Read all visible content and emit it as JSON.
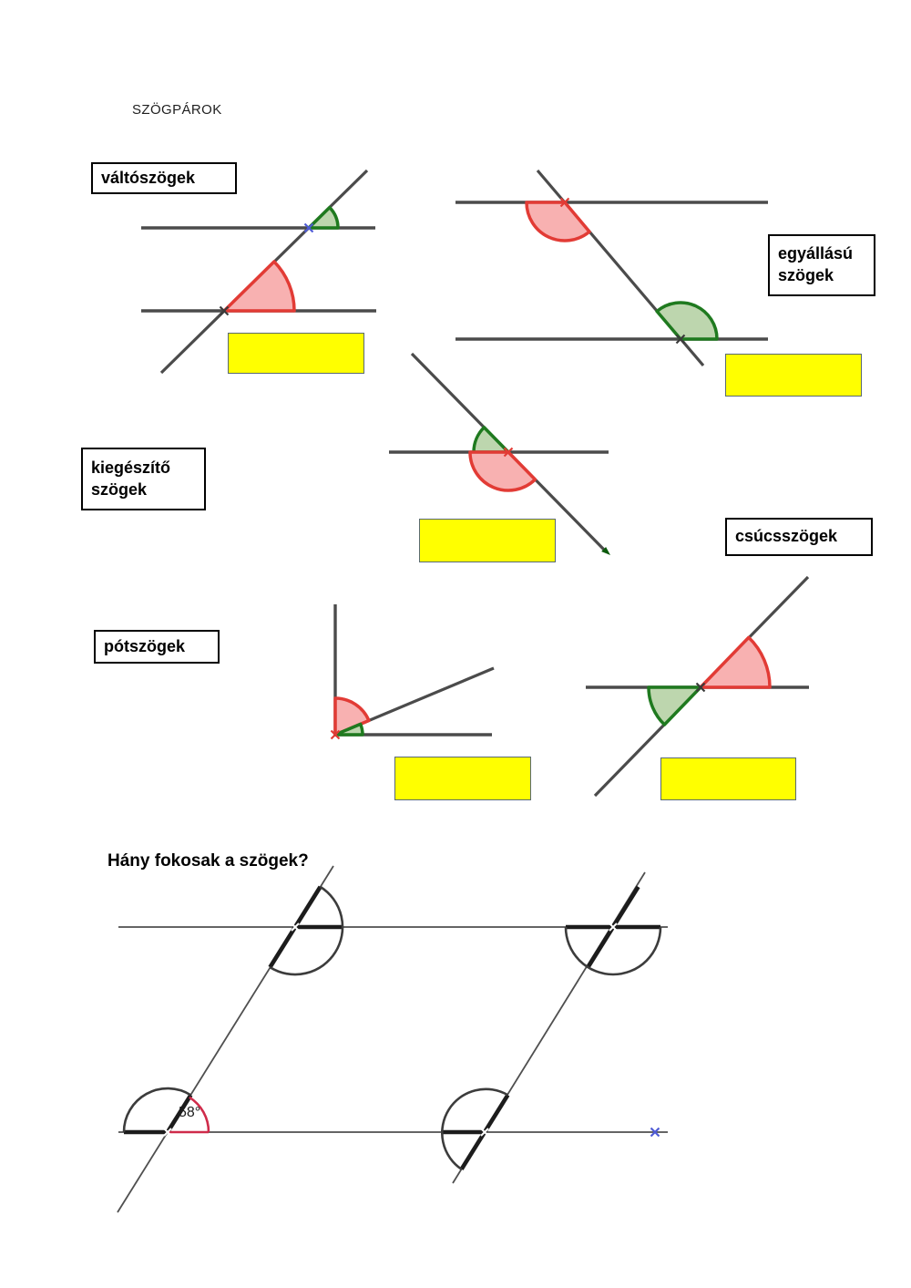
{
  "page": {
    "title": "SZÖGPÁROK",
    "question": "Hány fokosak a szögek?"
  },
  "labels": {
    "valtoszogek": "váltószögek",
    "egyallasu": "egyállású szögek",
    "kiegeszito": "kiegészítő szögek",
    "potszogek": "pótszögek",
    "csucsszogek": "csúcsszögek"
  },
  "figure": {
    "angle_label": "58°"
  },
  "colors": {
    "line": "#4b4b4b",
    "line2": "#4f4f4f",
    "arc": "#3c3c3c",
    "red": "#e23b35",
    "red_fill": "#f7a3a3",
    "green": "#1f7a1f",
    "green_fill": "#b2cfa0",
    "crimson": "#cf2b4a",
    "yellow": "#ffff00",
    "blue_marker": "#4f5bd5"
  }
}
